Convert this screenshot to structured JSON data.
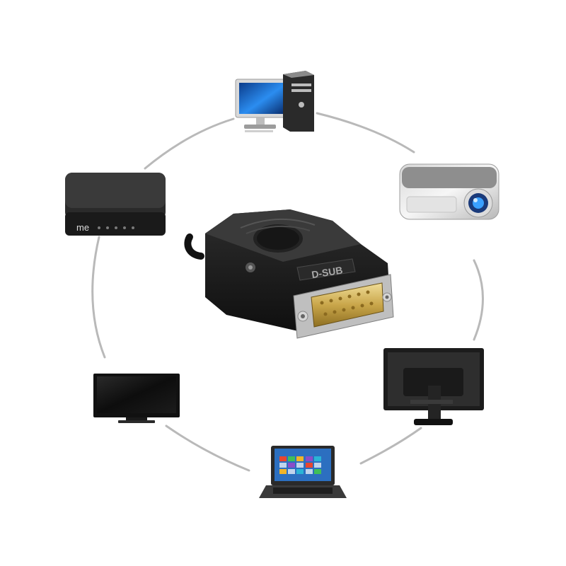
{
  "connector": {
    "label": "D-SUB",
    "icon": "db15-connector-icon"
  },
  "devices": [
    {
      "name": "desktop-pc",
      "icon": "desktop-computer-icon"
    },
    {
      "name": "projector",
      "icon": "projector-icon"
    },
    {
      "name": "monitor",
      "icon": "monitor-back-icon"
    },
    {
      "name": "laptop",
      "icon": "laptop-icon"
    },
    {
      "name": "television",
      "icon": "tv-icon"
    },
    {
      "name": "router",
      "icon": "router-box-icon"
    }
  ],
  "router": {
    "brand": "me"
  },
  "colors": {
    "ring": "#b9b9b9",
    "connector_body": "#1b1b1b",
    "pins": "#c9a64a",
    "screen_blue": "#1f7fd6"
  }
}
